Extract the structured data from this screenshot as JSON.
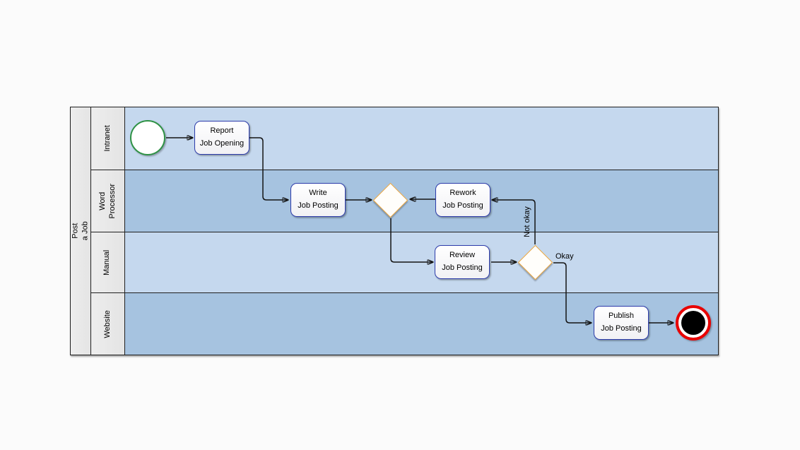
{
  "pool": {
    "title": "Post a Job"
  },
  "lanes": [
    {
      "label": "Intranet",
      "color": "#c5d8ee"
    },
    {
      "label": "Word\nProcessor",
      "color": "#a6c3e0"
    },
    {
      "label": "Manual",
      "color": "#c5d8ee"
    },
    {
      "label": "Website",
      "color": "#a6c3e0"
    }
  ],
  "nodes": {
    "start_event": {
      "kind": "start-event",
      "lane": "Intranet"
    },
    "report": {
      "label": "Report\nJob Opening",
      "lane": "Intranet"
    },
    "write": {
      "label": "Write\nJob Posting",
      "lane": "Word Processor"
    },
    "gateway_merge": {
      "kind": "gateway",
      "lane": "Word Processor"
    },
    "rework": {
      "label": "Rework\nJob Posting",
      "lane": "Word Processor"
    },
    "review": {
      "label": "Review\nJob Posting",
      "lane": "Manual"
    },
    "gateway_decision": {
      "kind": "gateway",
      "lane": "Manual"
    },
    "publish": {
      "label": "Publish\nJob Posting",
      "lane": "Website"
    },
    "end_event": {
      "kind": "end-event",
      "lane": "Website"
    }
  },
  "edge_labels": {
    "okay": "Okay",
    "not_okay": "Not okay"
  },
  "edges": [
    {
      "from": "start_event",
      "to": "report",
      "label": ""
    },
    {
      "from": "report",
      "to": "write",
      "label": ""
    },
    {
      "from": "write",
      "to": "gateway_merge",
      "label": ""
    },
    {
      "from": "gateway_merge",
      "to": "review",
      "label": ""
    },
    {
      "from": "rework",
      "to": "gateway_merge",
      "label": ""
    },
    {
      "from": "review",
      "to": "gateway_decision",
      "label": ""
    },
    {
      "from": "gateway_decision",
      "to": "rework",
      "label": "Not okay"
    },
    {
      "from": "gateway_decision",
      "to": "publish",
      "label": "Okay"
    },
    {
      "from": "publish",
      "to": "end_event",
      "label": ""
    }
  ],
  "colors": {
    "lane_light": "#c5d8ee",
    "lane_dark": "#a6c3e0",
    "header_gray": "#e9e9e9",
    "task_border": "#2d3cab",
    "gateway_border": "#e8a33c",
    "start_border": "#2e9245",
    "end_ring": "#e80000",
    "edge": "#141414"
  }
}
